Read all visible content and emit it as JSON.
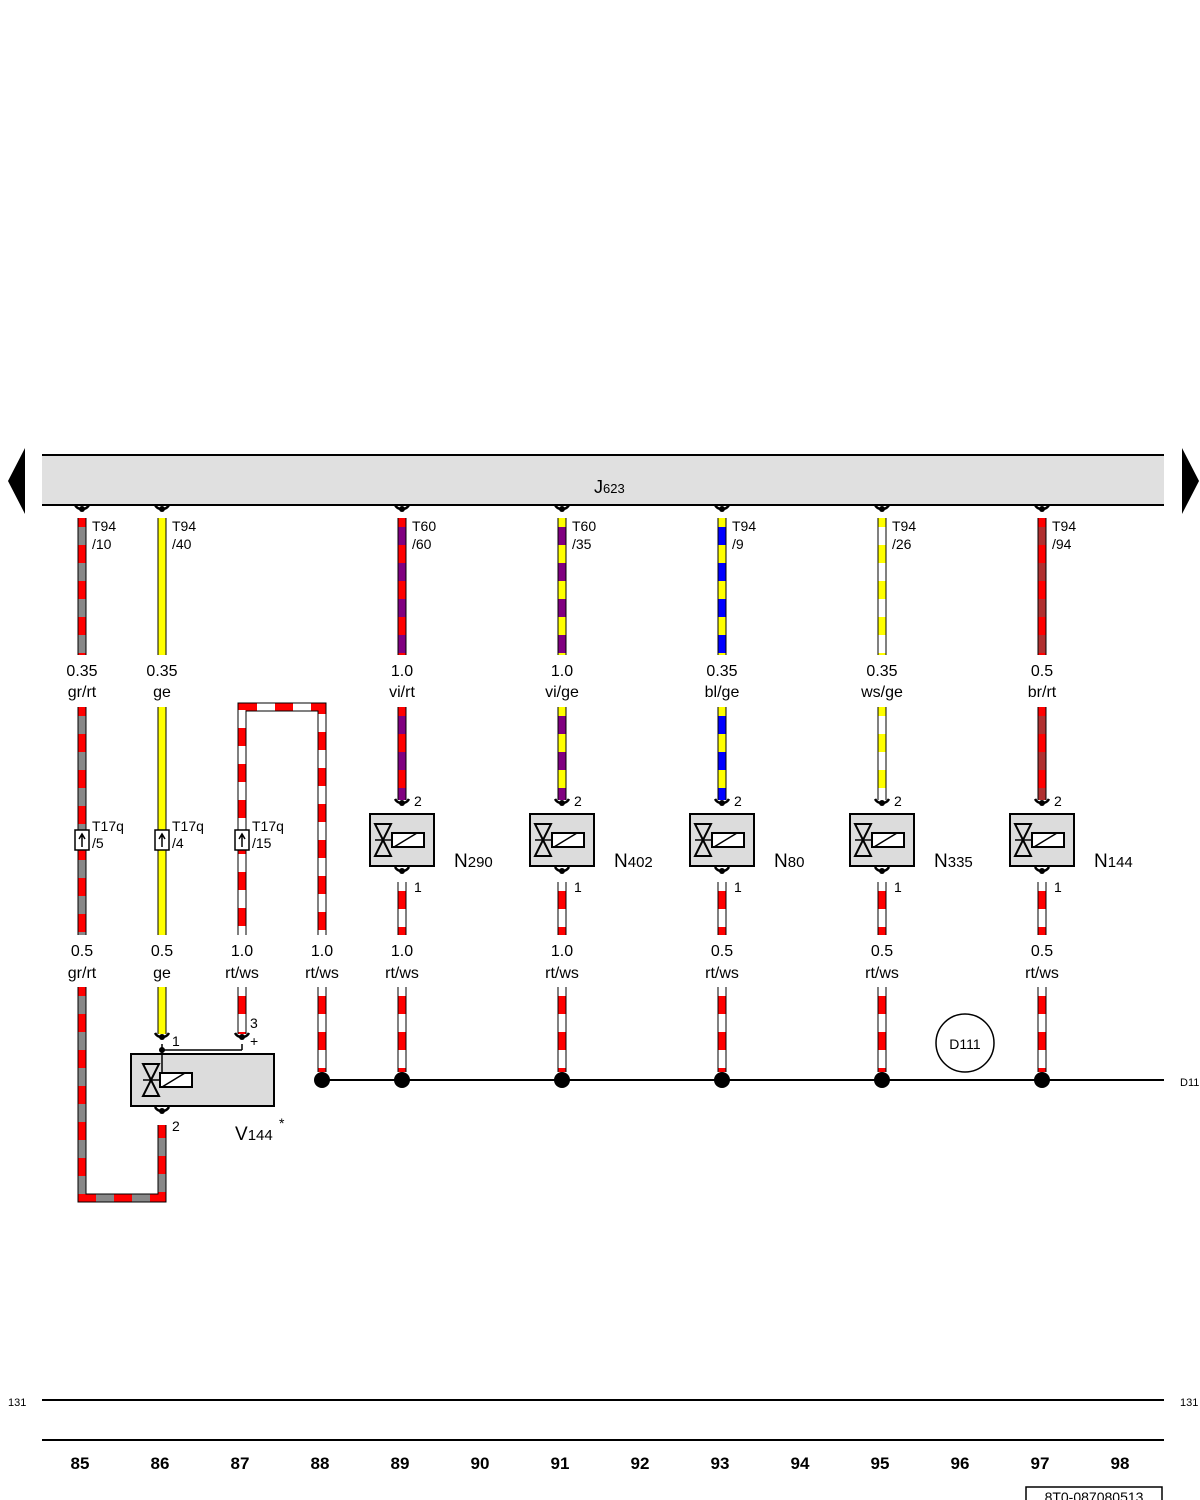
{
  "ecu": {
    "name": "J",
    "sub": "623"
  },
  "wires": [
    {
      "id": "85",
      "pin": [
        "T94",
        "/10"
      ],
      "top": [
        "0.35",
        "gr/rt"
      ],
      "bottom": [
        "0.5",
        "gr/rt"
      ],
      "colors": [
        "#888888",
        "#ff0000"
      ],
      "conn": [
        "T17q",
        "/5"
      ]
    },
    {
      "id": "86",
      "pin": [
        "T94",
        "/40"
      ],
      "top": [
        "0.35",
        "ge"
      ],
      "bottom": [
        "0.5",
        "ge"
      ],
      "colors": [
        "#ffff00",
        "#ffff00"
      ],
      "conn": [
        "T17q",
        "/4"
      ]
    },
    {
      "id": "87",
      "bottom": [
        "1.0",
        "rt/ws"
      ],
      "colors": [
        "#ff0000",
        "#ffffff"
      ],
      "conn": [
        "T17q",
        "/15"
      ]
    },
    {
      "id": "88",
      "bottom": [
        "1.0",
        "rt/ws"
      ],
      "colors": [
        "#ff0000",
        "#ffffff"
      ]
    },
    {
      "id": "89",
      "pin": [
        "T60",
        "/60"
      ],
      "top": [
        "1.0",
        "vi/rt"
      ],
      "bottom": [
        "1.0",
        "rt/ws"
      ],
      "colors": [
        "#800080",
        "#ff0000"
      ],
      "valve": [
        "N",
        "290"
      ]
    },
    {
      "id": "91",
      "pin": [
        "T60",
        "/35"
      ],
      "top": [
        "1.0",
        "vi/ge"
      ],
      "bottom": [
        "1.0",
        "rt/ws"
      ],
      "colors": [
        "#800080",
        "#ffff00"
      ],
      "valve": [
        "N",
        "402"
      ]
    },
    {
      "id": "93",
      "pin": [
        "T94",
        "/9"
      ],
      "top": [
        "0.35",
        "bl/ge"
      ],
      "bottom": [
        "0.5",
        "rt/ws"
      ],
      "colors": [
        "#0000ff",
        "#ffff00"
      ],
      "valve": [
        "N",
        "80"
      ]
    },
    {
      "id": "95",
      "pin": [
        "T94",
        "/26"
      ],
      "top": [
        "0.35",
        "ws/ge"
      ],
      "bottom": [
        "0.5",
        "rt/ws"
      ],
      "colors": [
        "#ffffff",
        "#ffff00"
      ],
      "valve": [
        "N",
        "335"
      ]
    },
    {
      "id": "97",
      "pin": [
        "T94",
        "/94"
      ],
      "top": [
        "0.5",
        "br/rt"
      ],
      "bottom": [
        "0.5",
        "rt/ws"
      ],
      "colors": [
        "#b03030",
        "#ff0000"
      ],
      "valve": [
        "N",
        "144"
      ]
    }
  ],
  "valve_pins": {
    "top": "2",
    "bottom": "1"
  },
  "v144": {
    "name": "V",
    "sub": "144",
    "star": "*",
    "pin1": "1",
    "pin2": "2",
    "pin3": "3",
    "plus": "+"
  },
  "ground": {
    "circle": "D111",
    "edge": "D11"
  },
  "ref": {
    "left": "131",
    "right": "131"
  },
  "columns": [
    "85",
    "86",
    "87",
    "88",
    "89",
    "90",
    "91",
    "92",
    "93",
    "94",
    "95",
    "96",
    "97",
    "98"
  ],
  "doc_id": "8T0-087080513"
}
